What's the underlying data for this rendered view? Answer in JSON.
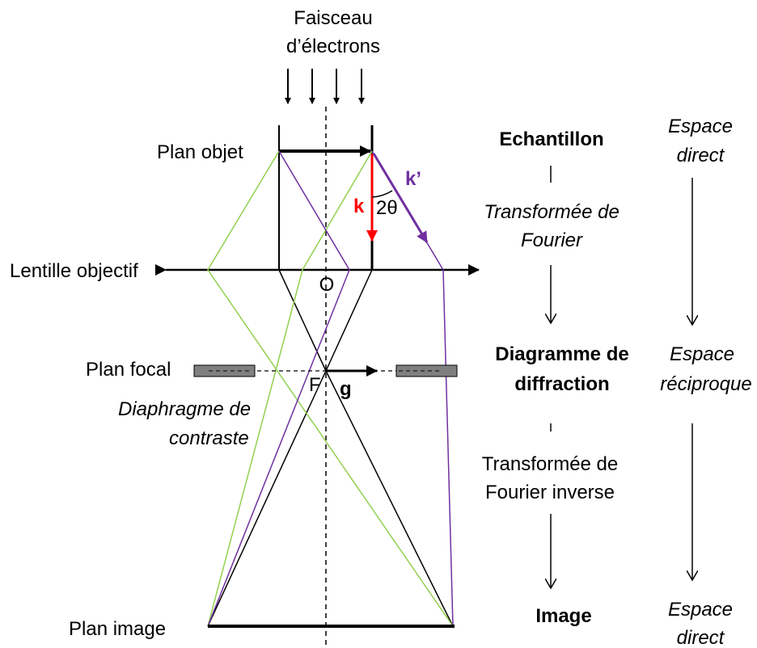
{
  "beam": {
    "line1": "Faisceau",
    "line2": "d’électrons"
  },
  "planes": {
    "object": "Plan objet",
    "lens": "Lentille objectif",
    "focal": "Plan focal",
    "image": "Plan image"
  },
  "aperture": {
    "line1": "Diaphragme de",
    "line2": "contraste"
  },
  "points": {
    "O": "O",
    "F": "F"
  },
  "vectors": {
    "k": "k",
    "k_prime": "k’",
    "angle": "2θ",
    "g": "g"
  },
  "flow": {
    "sample": "Echantillon",
    "ft_line1": "Transformée de",
    "ft_line2": "Fourier",
    "diff_line1": "Diagramme de",
    "diff_line2": "diffraction",
    "ift_line1": "Transformée de",
    "ift_line2": "Fourier inverse",
    "image": "Image"
  },
  "spaces": {
    "direct_top_1": "Espace",
    "direct_top_2": "direct",
    "reciprocal_1": "Espace",
    "reciprocal_2": "réciproque",
    "direct_bot_1": "Espace",
    "direct_bot_2": "direct"
  },
  "colors": {
    "ray_green": "#92d050",
    "ray_purple": "#7030a0",
    "k_red": "#ff0000",
    "aperture_gray": "#7f7f7f"
  }
}
